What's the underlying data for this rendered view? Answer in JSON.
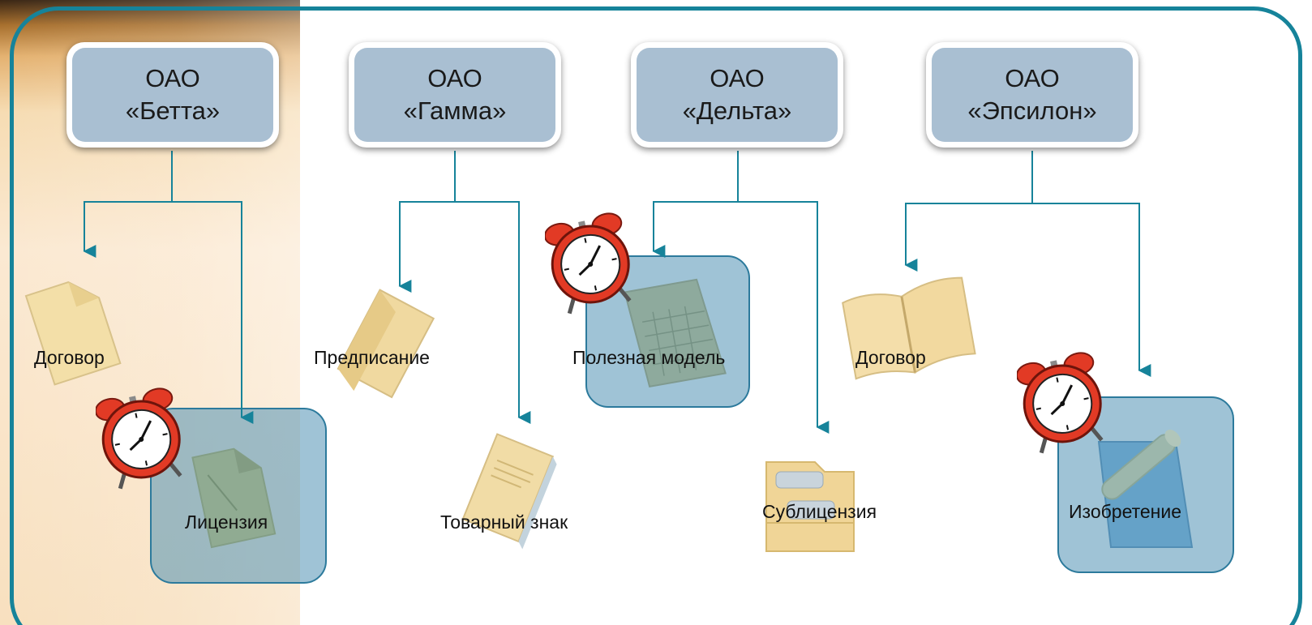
{
  "companies": [
    {
      "line1": "ОАО",
      "line2": "«Бетта»"
    },
    {
      "line1": "ОАО",
      "line2": "«Гамма»"
    },
    {
      "line1": "ОАО",
      "line2": "«Дельта»"
    },
    {
      "line1": "ОАО",
      "line2": "«Эпсилон»"
    }
  ],
  "documents": {
    "betta_left": "Договор",
    "betta_right": "Лицензия",
    "gamma_left": "Предписание",
    "gamma_right": "Товарный знак",
    "delta_left": "Полезная модель",
    "delta_right": "Сублицензия",
    "epsilon_left": "Договор",
    "epsilon_right": "Изобретение"
  },
  "icons": {
    "alarm": "alarm-clock-icon",
    "document": "document-icon",
    "folder": "folder-icon",
    "notebook": "notebook-icon",
    "blueprint": "blueprint-icon",
    "file_box": "file-box-icon",
    "scroll_book": "scroll-book-icon"
  },
  "colors": {
    "frame": "#16839a",
    "connector": "#16839a",
    "company_fill": "#a9bfd2",
    "highlight_fill": "#5091b4",
    "clock_red": "#e23a25"
  }
}
